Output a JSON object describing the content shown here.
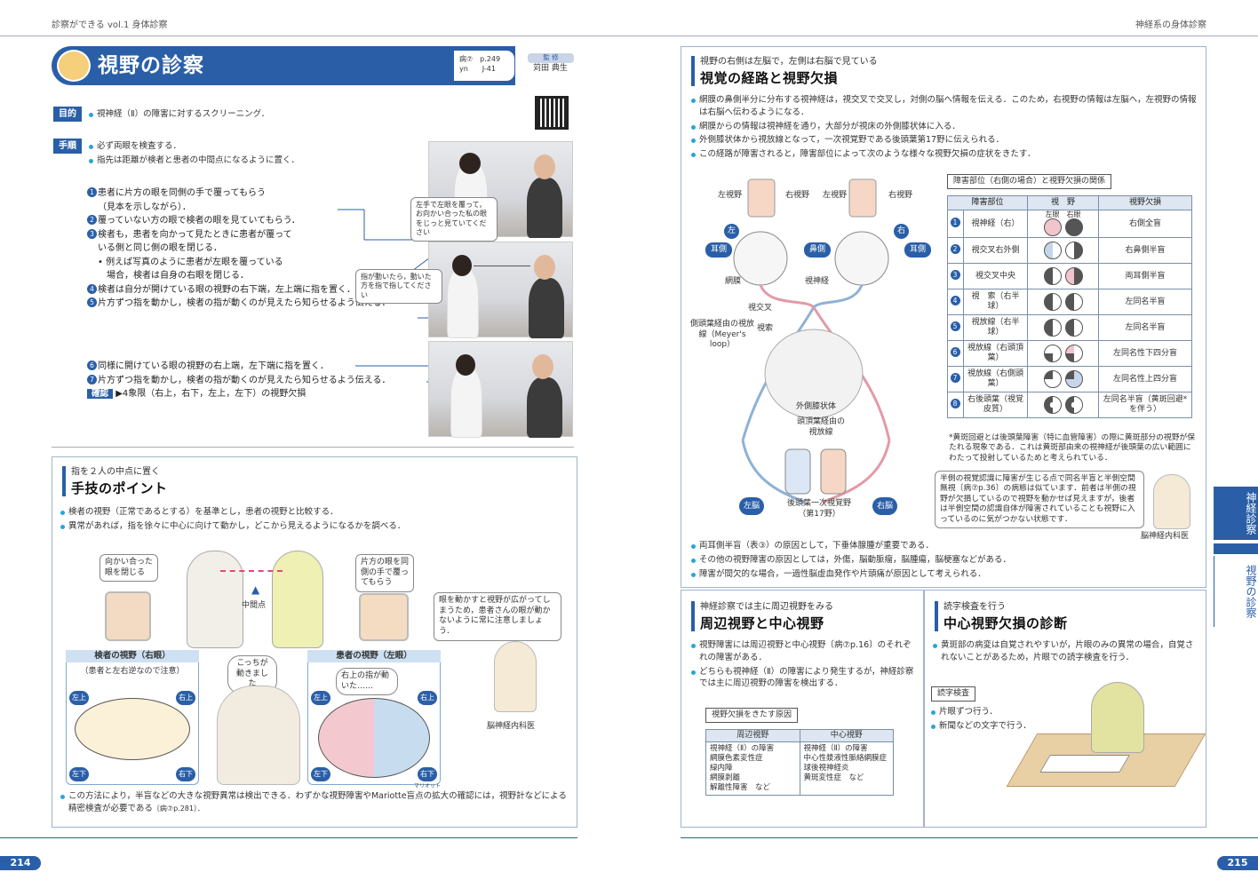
{
  "header": {
    "left": "診察ができる vol.1 身体診察",
    "right": "神経系の身体診察"
  },
  "title": {
    "text": "視野の診察",
    "ref1": "病⑦　p.249",
    "ref2": "yn　　J-41",
    "supervisor_label": "監 修",
    "supervisor": "苅田 典生"
  },
  "purpose": {
    "label": "目的",
    "text": "視神経（Ⅱ）の障害に対するスクリーニング．"
  },
  "procedure": {
    "label": "手順",
    "items": [
      "必ず両眼を検査する．",
      "指先は距離が検者と患者の中間点になるように置く．"
    ],
    "s1a": "患者に片方の眼を同側の手で覆ってもらう",
    "s1b": "（見本を示しながら）．",
    "s2": "覆っていない方の眼で検者の眼を見ていてもらう．",
    "s3a": "検者も，患者を向かって見たときに患者が覆って",
    "s3b": "いる側と同じ側の眼を閉じる．",
    "s3c": "例えば写真のように患者が左眼を覆っている",
    "s3d": "場合，検者は自身の右眼を閉じる．",
    "s4": "検者は自分が開けている眼の視野の右下端，左上端に指を置く．",
    "s5": "片方ずつ指を動かし，検者の指が動くのが見えたら知らせるよう伝える．",
    "s6": "同様に開けている眼の視野の右上端，左下端に指を置く．",
    "s7": "片方ずつ指を動かし，検者の指が動くのが見えたら知らせるよう伝える．",
    "confirm_label": "確認",
    "confirm_text": "▶4象限（右上，右下，左上，左下）の視野欠損",
    "photo_note1": "左手で左眼を覆って，お向かい合った私の眼をじっと見ていてください",
    "photo_note2": "指が動いたら，動いた方を指で指してください"
  },
  "technique": {
    "sub": "指を２人の中点に置く",
    "title": "手技のポイント",
    "items": [
      "検者の視野（正常であるとする）を基準とし，患者の視野と比較する．",
      "異常があれば，指を徐々に中心に向けて動かし，どこから見えるようになるかを調べる．"
    ],
    "b1": "向かい合った眼を閉じる",
    "b2": "片方の眼を同側の手で覆ってもらう",
    "mid": "中間点",
    "doc_note": "眼を動かすと視野が広がってしまうため，患者さんの眼が動かないように常に注意しましょう．",
    "doc_label": "脳神経内科医",
    "examiner_title": "検者の視野（右眼）",
    "examiner_note": "（患者と左右逆なので注意）",
    "patient_title": "患者の視野（左眼）",
    "said1": "こっちが動きました",
    "said2": "右上の指が動いた……",
    "q_ul": "左上",
    "q_ur": "右上",
    "q_ll": "左下",
    "q_lr": "右下",
    "footer": "この方法により，半盲などの大きな視野異常は検出できる．わずかな視野障害やMariotte盲点の拡大の確認には，視野計などによる精密検査が必要である",
    "footer_ref": "〔病⑦p.281〕．",
    "ruby": "マリオット"
  },
  "pathway": {
    "sub": "視野の右側は左脳で，左側は右脳で見ている",
    "title": "視覚の経路と視野欠損",
    "items": [
      "網膜の鼻側半分に分布する視神経は，視交叉で交叉し，対側の脳へ情報を伝える．このため，右視野の情報は左脳へ，左視野の情報は右脳へ伝わるようになる．",
      "網膜からの情報は視神経を通り，大部分が視床の外側膝状体に入る．",
      "外側膝状体から視放線となって，一次視覚野である後頭葉第17野に伝えられる．",
      "この経路が障害されると，障害部位によって次のような様々な視野欠損の症状をきたす．"
    ],
    "diag": {
      "lv": "左視野",
      "rv": "右視野",
      "left": "左",
      "right": "右",
      "ear": "耳側",
      "nose": "鼻側",
      "retina": "網膜",
      "optic_nerve": "視神経",
      "chiasm": "視交叉",
      "tract": "視索",
      "temporal": "側頭葉経由の視放線（Meyer's loop）",
      "lgb": "外側膝状体",
      "parietal": "頭頂葉経由の視放線",
      "lbrain": "左脳",
      "rbrain": "右脳",
      "v1": "後頭葉一次視覚野（第17野）"
    },
    "table_caption": "障害部位（右側の場合）と視野欠損の関係",
    "th": [
      "障害部位",
      "視　野",
      "視野欠損"
    ],
    "eye_l": "左眼",
    "eye_r": "右眼",
    "rows": [
      {
        "n": "1",
        "site": "視神経（右）",
        "res": "右側全盲"
      },
      {
        "n": "2",
        "site": "視交叉右外側",
        "res": "右鼻側半盲"
      },
      {
        "n": "3",
        "site": "視交叉中央",
        "res": "両耳側半盲"
      },
      {
        "n": "4",
        "site": "視　索（右半球）",
        "res": "左同名半盲"
      },
      {
        "n": "5",
        "site": "視放線（右半球）",
        "res": "左同名半盲"
      },
      {
        "n": "6",
        "site": "視放線（右頭頂葉）",
        "res": "左同名性下四分盲"
      },
      {
        "n": "7",
        "site": "視放線（右側頭葉）",
        "res": "左同名性上四分盲"
      },
      {
        "n": "8",
        "site": "右後頭葉（視覚皮質）",
        "res": "左同名半盲（黄斑回避*を伴う）"
      }
    ],
    "note": "*黄斑回避とは後頭葉障害（特に血管障害）の際に黄斑部分の視野が保たれる現象である．これは黄斑部由来の視神経が後頭葉の広い範囲にわたって投射しているためと考えられている．",
    "doc_note": "半側の視覚認識に障害が生じる点で同名半盲と半側空間無視〔病⑦p.36〕の病態は似ています．前者は半側の視野が欠損しているので視野を動かせば見えますが，後者は半側空間の認識自体が障害されていることも視野に入っているのに気がつかない状態です．",
    "doc_label": "脳神経内科医",
    "items2": [
      "両耳側半盲（表③）の原因として，下垂体腺腫が重要である．",
      "その他の視野障害の原因としては，外傷，脳動脈瘤，脳腫瘍，脳梗塞などがある．",
      "障害が間欠的な場合，一過性脳虚血発作や片頭痛が原因として考えられる．"
    ]
  },
  "peripheral": {
    "sub": "神経診察では主に周辺視野をみる",
    "title": "周辺視野と中心視野",
    "items": [
      "視野障害には周辺視野と中心視野〔病⑦p.16〕のそれぞれの障害がある．",
      "どちらも視神経（Ⅱ）の障害により発生するが，神経診察では主に周辺視野の障害を検出する．"
    ],
    "cause_label": "視野欠損をきたす原因",
    "th": [
      "周辺視野",
      "中心視野"
    ],
    "left": [
      "視神経（Ⅱ）の障害",
      "網膜色素変性症",
      "緑内障",
      "網膜剥離",
      "解離性障害　など"
    ],
    "right": [
      "視神経（Ⅱ）の障害",
      "中心性漿液性脈絡網膜症",
      "球後視神経炎",
      "黄斑変性症　など"
    ]
  },
  "central": {
    "sub": "読字検査を行う",
    "title": "中心視野欠損の診断",
    "items": [
      "黄斑部の病変は自覚されやすいが，片眼のみの異常の場合，自覚されないことがあるため，片眼での読字検査を行う．"
    ],
    "test_label": "読字検査",
    "test_items": [
      "片眼ずつ行う．",
      "新聞などの文字で行う．"
    ]
  },
  "side": {
    "tab1": "神経診察",
    "tab2": "視野の診察"
  },
  "pages": {
    "left": "214",
    "right": "215"
  }
}
